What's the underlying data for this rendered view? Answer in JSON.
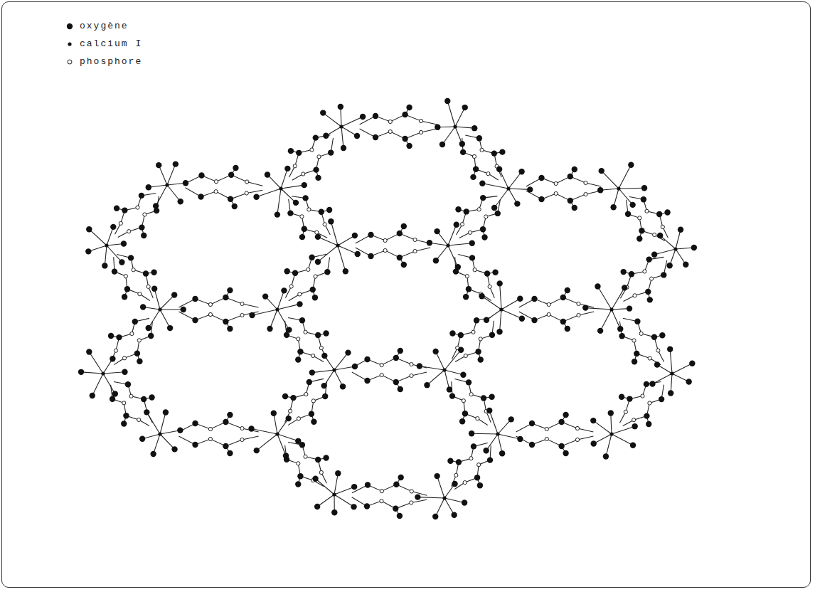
{
  "diagram": {
    "legend": [
      {
        "text": "oxygène"
      },
      {
        "text": "calcium I"
      },
      {
        "text": "phosphore"
      }
    ]
  }
}
